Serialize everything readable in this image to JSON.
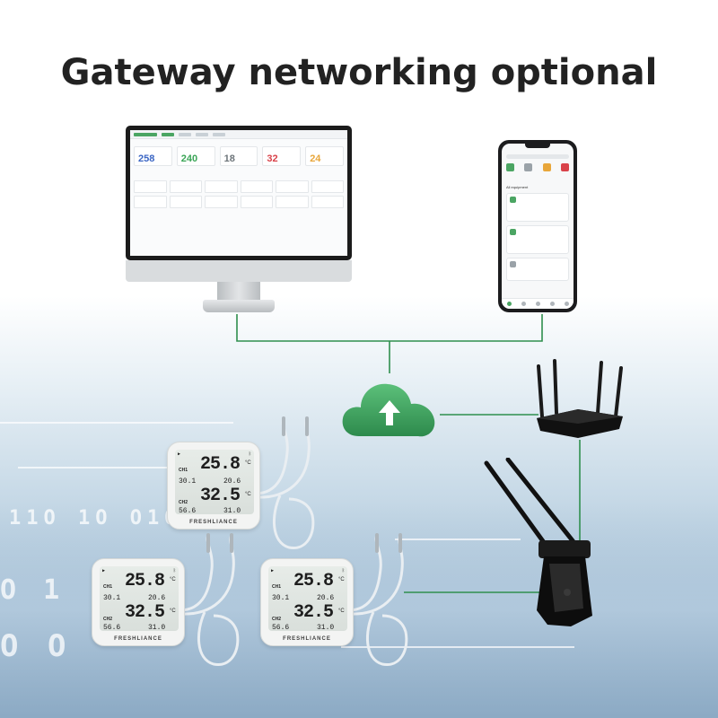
{
  "headline": "Gateway networking optional",
  "monitor": {
    "stats": [
      {
        "value": "258",
        "color": "#3b66c4"
      },
      {
        "value": "240",
        "color": "#3aa556"
      },
      {
        "value": "18",
        "color": "#6c7479"
      },
      {
        "value": "32",
        "color": "#d9424a"
      },
      {
        "value": "24",
        "color": "#e8a63a"
      }
    ]
  },
  "phone": {
    "icon_colors": [
      "#4ba563",
      "#9aa2a8",
      "#e8a63a",
      "#d9424a"
    ],
    "section_label": "All equipment"
  },
  "devices": [
    {
      "brand": "FRESHLIANCE",
      "ch1_label": "CH1",
      "ch2_label": "CH2",
      "t1": "25.8",
      "t1_min": "30.1",
      "t1_max": "20.6",
      "t2": "32.5",
      "t2_min": "56.6",
      "t2_max": "31.0",
      "unit": "°C"
    },
    {
      "brand": "FRESHLIANCE",
      "ch1_label": "CH1",
      "ch2_label": "CH2",
      "t1": "25.8",
      "t1_min": "30.1",
      "t1_max": "20.6",
      "t2": "32.5",
      "t2_min": "56.6",
      "t2_max": "31.0",
      "unit": "°C"
    },
    {
      "brand": "FRESHLIANCE",
      "ch1_label": "CH1",
      "ch2_label": "CH2",
      "t1": "25.8",
      "t1_min": "30.1",
      "t1_max": "20.6",
      "t2": "32.5",
      "t2_min": "56.6",
      "t2_max": "31.0",
      "unit": "°C"
    }
  ],
  "colors": {
    "line": "#2f8f4e",
    "cloud": "#3aa55e",
    "cloud_dark": "#2d8a4c",
    "brand_green": "#4ba563"
  },
  "icons": [
    "cloud-upload-icon",
    "router-icon",
    "wifi-adapter-icon",
    "monitor-icon",
    "phone-icon",
    "thermometer-probe-icon"
  ]
}
